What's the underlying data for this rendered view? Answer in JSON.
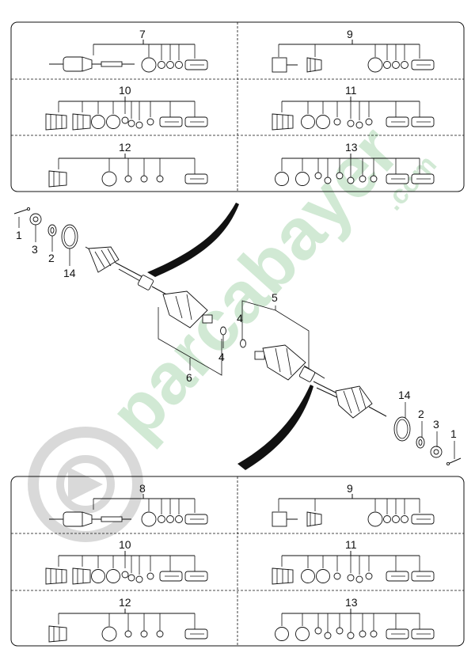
{
  "top_panel": {
    "cells": [
      {
        "label": "7"
      },
      {
        "label": "9"
      },
      {
        "label": "10"
      },
      {
        "label": "11"
      },
      {
        "label": "12"
      },
      {
        "label": "13"
      }
    ]
  },
  "bottom_panel": {
    "cells": [
      {
        "label": "8"
      },
      {
        "label": "9"
      },
      {
        "label": "10"
      },
      {
        "label": "11"
      },
      {
        "label": "12"
      },
      {
        "label": "13"
      }
    ]
  },
  "main_callouts": {
    "c1_left": "1",
    "c3_left": "3",
    "c2_left": "2",
    "c14_left": "14",
    "c5": "5",
    "c4_upper": "4",
    "c4_lower": "4",
    "c6": "6",
    "c14_right": "14",
    "c2_right": "2",
    "c3_right": "3",
    "c1_right": "1"
  },
  "watermark": {
    "text": "parcabayer",
    "suffix": ".com",
    "color": "#2e9a3e"
  }
}
